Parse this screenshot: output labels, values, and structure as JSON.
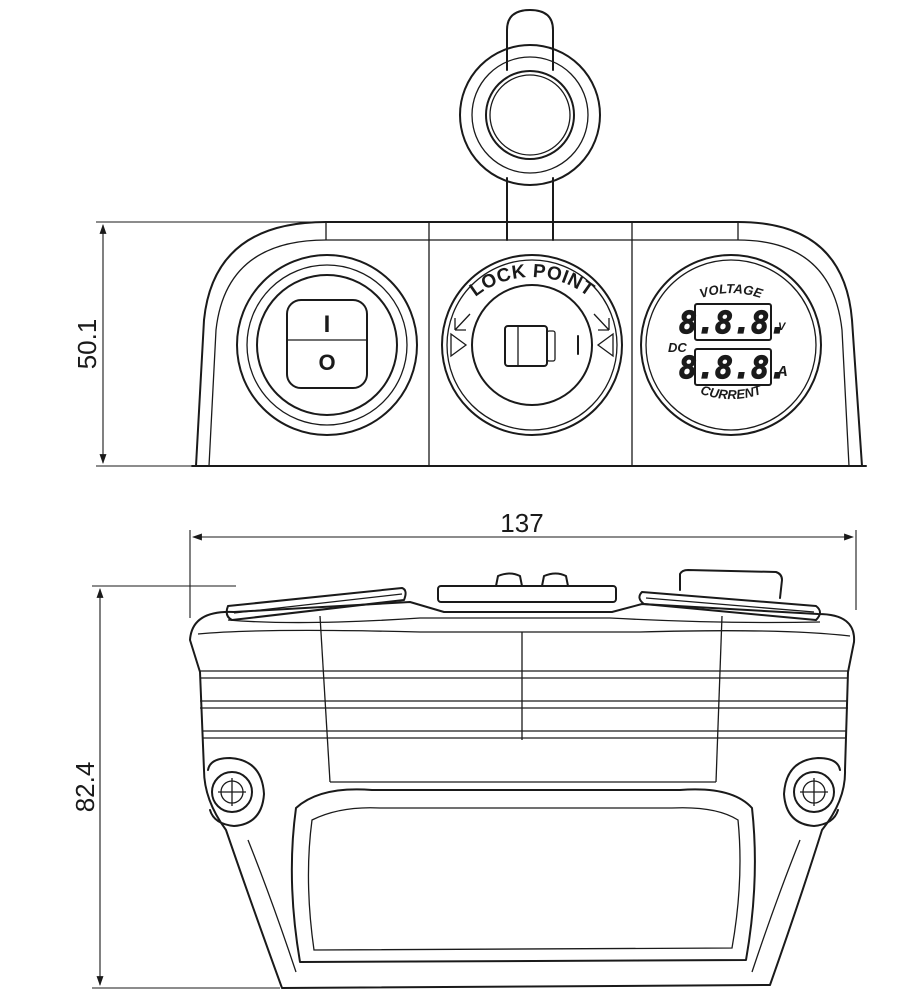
{
  "dimensions": {
    "front_height": "50.1",
    "bottom_width": "137",
    "bottom_height": "82.4"
  },
  "switch": {
    "on_symbol": "I",
    "off_symbol": "O"
  },
  "socket": {
    "ring_text": "LOCK POINT"
  },
  "meter": {
    "top_label": "VOLTAGE",
    "bottom_label": "CURRENT",
    "side_label": "DC",
    "voltage_reading": "8.8.8.",
    "current_reading": "8.8.8.",
    "voltage_unit": "V",
    "current_unit": "A"
  }
}
